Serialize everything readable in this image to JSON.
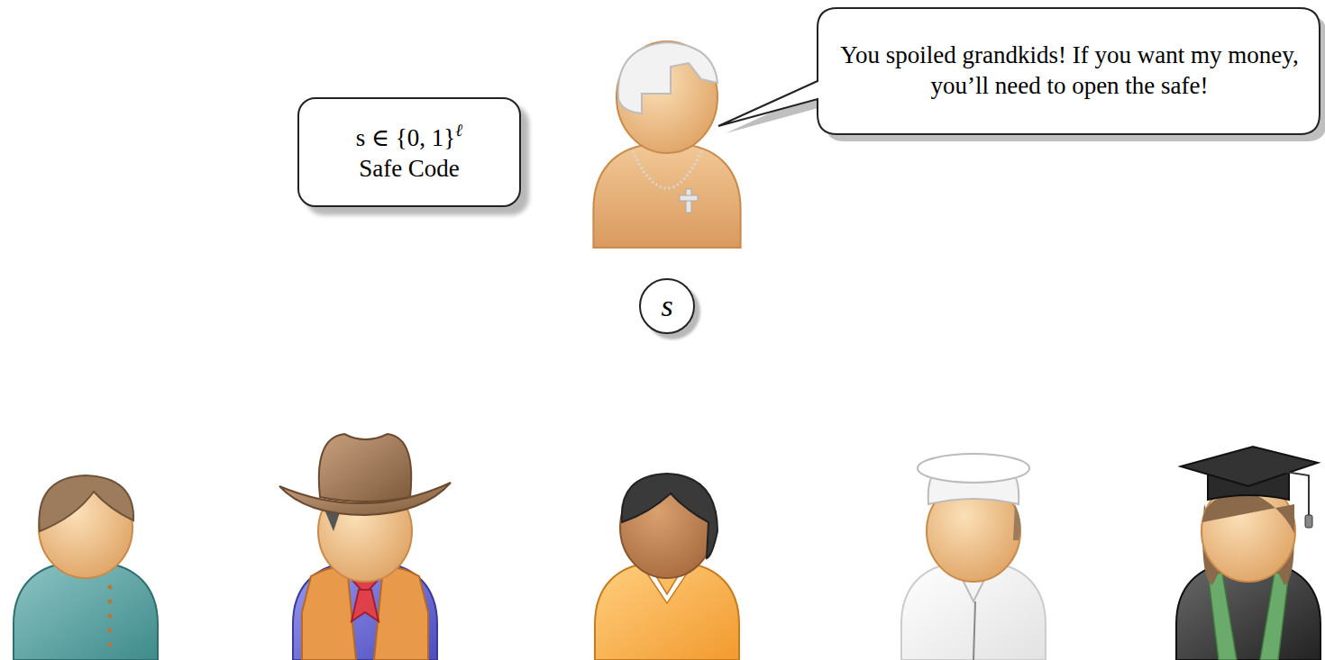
{
  "diagram": {
    "nodes": [
      {
        "text": [
          "You spoiled grandkids! If you want my money, you’ll need to open the safe!"
        ]
      },
      {
        "text": [
          "s ∈ {0, 1}",
          "ℓ",
          "Safe Code"
        ]
      },
      {
        "text": [
          "s"
        ]
      }
    ]
  }
}
